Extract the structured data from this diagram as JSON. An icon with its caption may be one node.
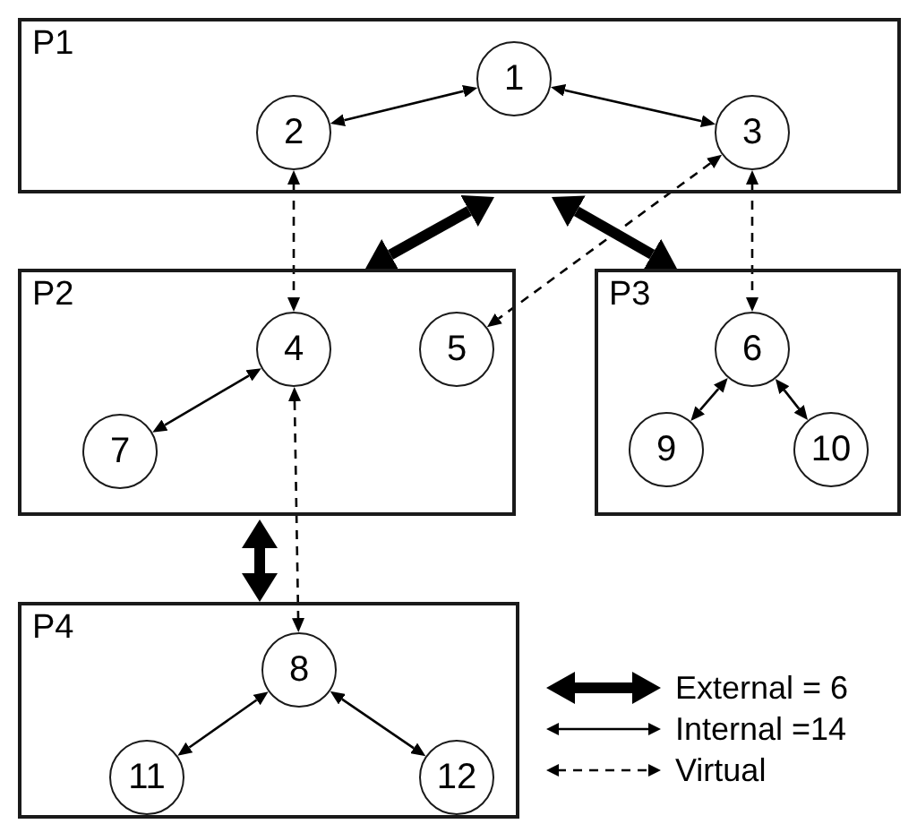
{
  "diagram": {
    "nodes": [
      {
        "text": [
          "P1"
        ]
      },
      {
        "text": [
          "1"
        ],
        "in": 0
      },
      {
        "text": [
          "2"
        ],
        "in": 0
      },
      {
        "text": [
          "3"
        ],
        "in": 0
      },
      {
        "text": [
          "P2"
        ]
      },
      {
        "text": [
          "4"
        ],
        "in": 4
      },
      {
        "text": [
          "5"
        ],
        "in": 4
      },
      {
        "text": [
          "7"
        ],
        "in": 4
      },
      {
        "text": [
          "P3"
        ]
      },
      {
        "text": [
          "6"
        ],
        "in": 8
      },
      {
        "text": [
          "9"
        ],
        "in": 8
      },
      {
        "text": [
          "10"
        ],
        "in": 8
      },
      {
        "text": [
          "P4"
        ]
      },
      {
        "text": [
          "8"
        ],
        "in": 12
      },
      {
        "text": [
          "11"
        ],
        "in": 12
      },
      {
        "text": [
          "12"
        ],
        "in": 12
      }
    ],
    "edges": [
      {
        "from": 1,
        "to": 2,
        "arrow": "both"
      },
      {
        "from": 1,
        "to": 3,
        "arrow": "both"
      },
      {
        "from": 0,
        "to": 4,
        "arrow": "both",
        "style": "thick"
      },
      {
        "from": 0,
        "to": 8,
        "arrow": "both",
        "style": "thick"
      },
      {
        "from": 2,
        "to": 5,
        "arrow": "both",
        "style": "dashed"
      },
      {
        "from": 3,
        "to": 6,
        "arrow": "both",
        "style": "dashed"
      },
      {
        "from": 3,
        "to": 9,
        "arrow": "both",
        "style": "dashed"
      },
      {
        "from": 5,
        "to": 7,
        "arrow": "both"
      },
      {
        "from": 9,
        "to": 10,
        "arrow": "both"
      },
      {
        "from": 9,
        "to": 11,
        "arrow": "both"
      },
      {
        "from": 4,
        "to": 12,
        "arrow": "both",
        "style": "thick"
      },
      {
        "from": 5,
        "to": 13,
        "arrow": "both",
        "style": "dashed"
      },
      {
        "from": 13,
        "to": 14,
        "arrow": "both"
      },
      {
        "from": 13,
        "to": 15,
        "arrow": "both"
      }
    ],
    "legend": [
      {
        "text": "External = 6"
      },
      {
        "text": "Internal =14"
      },
      {
        "text": "Virtual"
      }
    ]
  }
}
